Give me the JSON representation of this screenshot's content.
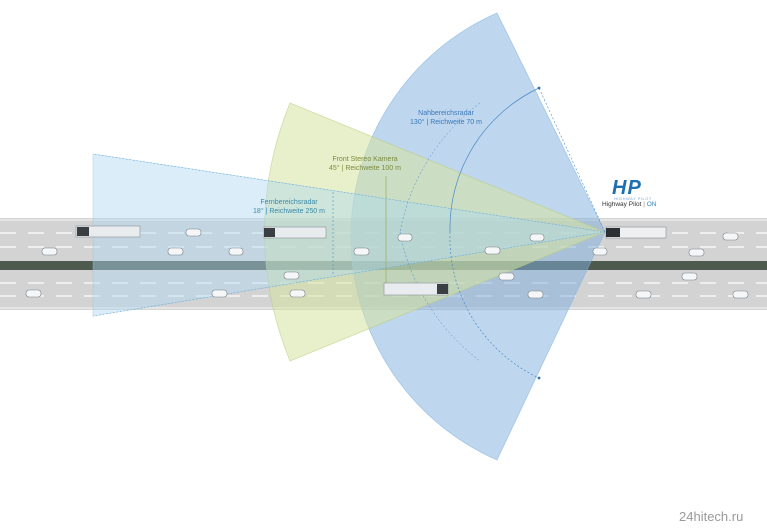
{
  "sensors": {
    "near_radar": {
      "name": "Nahbereichsradar",
      "spec": "130° | Reichweite 70 m"
    },
    "stereo_camera": {
      "name": "Front Stereo Kamera",
      "spec": "45° | Reichweite 100 m"
    },
    "far_radar": {
      "name": "Fernbereichsradar",
      "spec": "18° | Reichweite 250 m"
    }
  },
  "logo": {
    "text": "HP",
    "subtitle": "HIGHWAY PILOT"
  },
  "system_status": {
    "label": "Highway Pilot",
    "separator": "|",
    "state": "ON"
  },
  "watermark": "24hitech.ru",
  "colors": {
    "near_radar_fill": "#b7d0ea",
    "camera_fill": "#e4ecc2",
    "far_radar_fill": "#cfe6f5",
    "road": "#d2d2d2",
    "median": "#4d5a4d",
    "brand": "#1e6fb0"
  }
}
